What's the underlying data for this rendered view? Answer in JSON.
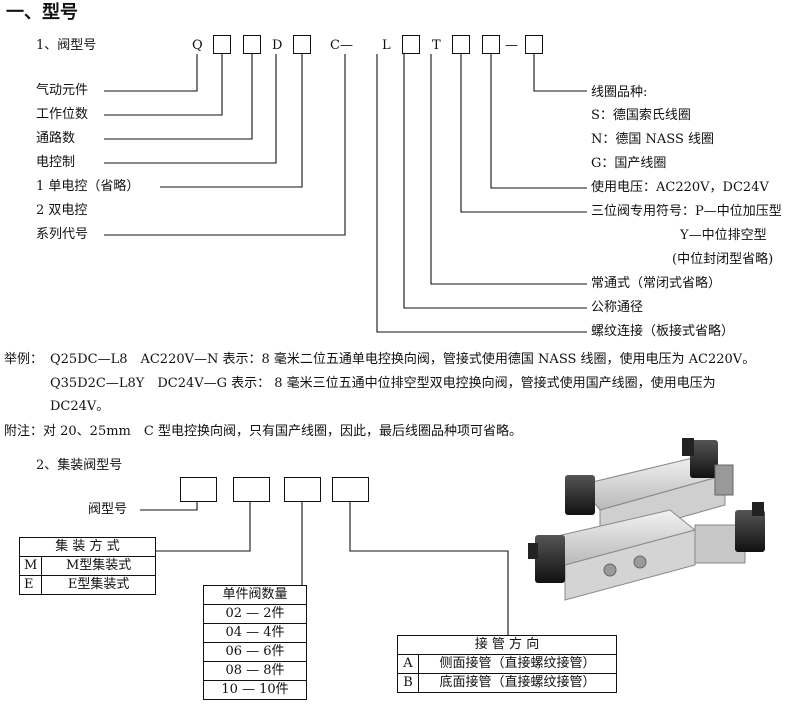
{
  "section_title": "一、型号",
  "valve_model": {
    "heading": "1、阀型号",
    "code_letters": [
      "Q",
      "D",
      "C—",
      "L",
      "T",
      "—"
    ],
    "left_labels": [
      "气动元件",
      "工作位数",
      "通路数",
      "电控制",
      "1 单电控（省略）",
      "2 双电控",
      "系列代号"
    ],
    "right_labels": [
      "线圈品种:",
      "S：德国索氏线圈",
      "N：德国 NASS 线圈",
      "G：国产线圈",
      "使用电压：AC220V，DC24V",
      "三位阀专用符号：P—中位加压型",
      "Y—中位排空型",
      "(中位封闭型省略)",
      "常通式（常闭式省略）",
      "公称通径",
      "螺纹连接（板接式省略）"
    ]
  },
  "examples": {
    "label": "举例：",
    "line1": "Q25DC—L8　AC220V—N 表示：8 毫米二位五通单电控换向阀，管接式使用德国 NASS 线圈，使用电压为 AC220V。",
    "line2": "Q35D2C—L8Y　DC24V—G 表示： 8 毫米三位五通中位排空型双电控换向阀，管接式使用国产线圈，使用电压为",
    "line3": "DC24V。"
  },
  "note": "附注：对 20、25mm　C 型电控换向阀，只有国产线圈，因此，最后线圈品种项可省略。",
  "manifold": {
    "heading": "2、集装阀型号",
    "valve_label": "阀型号",
    "type_table": {
      "header": "集 装 方 式",
      "rows": [
        [
          "M",
          "M型集装式"
        ],
        [
          "E",
          "E型集装式"
        ]
      ]
    },
    "count_table": {
      "header": "单件阀数量",
      "rows": [
        "02 — 2件",
        "04 — 4件",
        "06 — 6件",
        "08 — 8件",
        "10 — 10件"
      ]
    },
    "pipe_table": {
      "header": "接 管 方 向",
      "rows": [
        [
          "A",
          "侧面接管（直接螺纹接管）"
        ],
        [
          "B",
          "底面接管（直接螺纹接管）"
        ]
      ]
    }
  }
}
